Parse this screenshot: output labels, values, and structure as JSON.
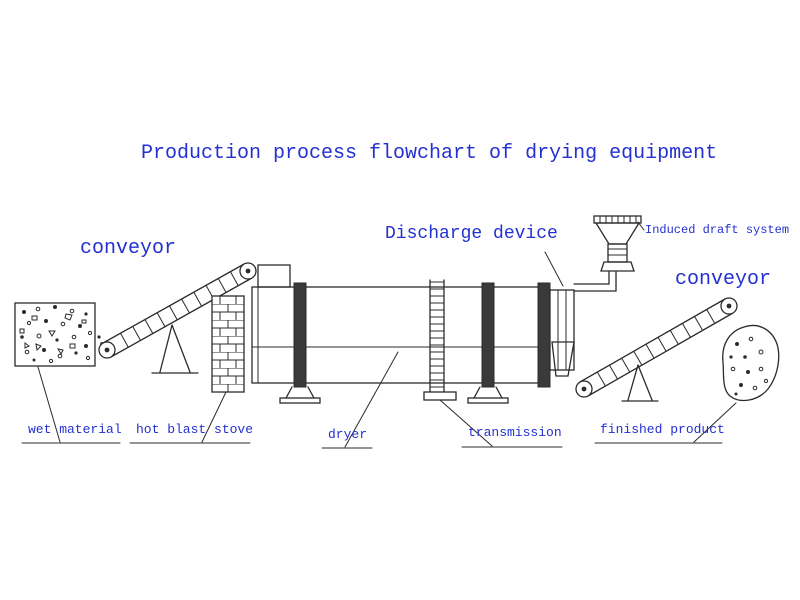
{
  "colors": {
    "label_blue": "#2330d2",
    "ink": "#2b2b2b",
    "background": "#ffffff"
  },
  "title": "Production process flowchart of drying equipment",
  "labels": {
    "conveyor_left": "conveyor",
    "discharge_device": "Discharge device",
    "induced_draft_system": "Induced draft system",
    "conveyor_right": "conveyor",
    "wet_material": "wet material",
    "hot_blast_stove": "hot blast stove",
    "dryer": "dryer",
    "transmission": "transmission",
    "finished_product": "finished product"
  }
}
